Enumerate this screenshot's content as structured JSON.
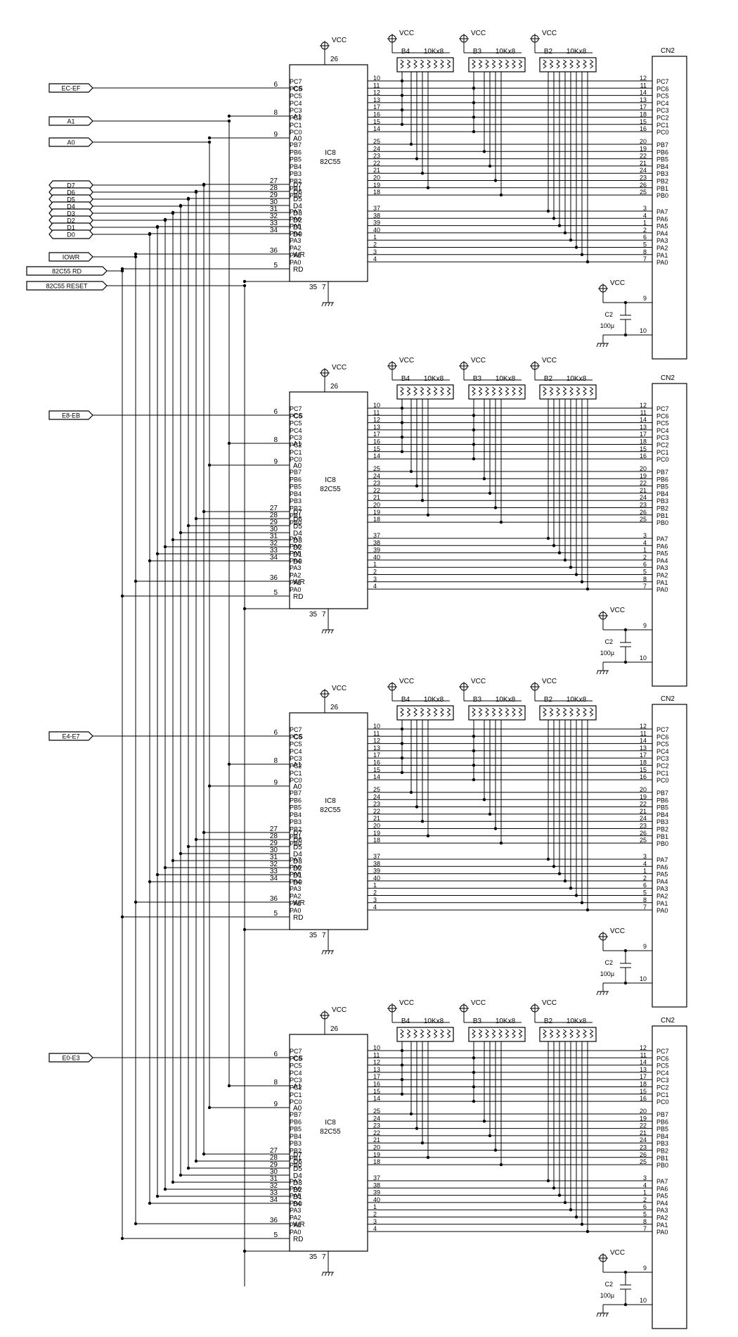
{
  "supply": "VCC",
  "bus_signals": [
    {
      "key": "a1",
      "label": "A1"
    },
    {
      "key": "a0",
      "label": "A0"
    },
    {
      "key": "d7",
      "label": "D7"
    },
    {
      "key": "d6",
      "label": "D6"
    },
    {
      "key": "d5",
      "label": "D5"
    },
    {
      "key": "d4",
      "label": "D4"
    },
    {
      "key": "d3",
      "label": "D3"
    },
    {
      "key": "d2",
      "label": "D2"
    },
    {
      "key": "d1",
      "label": "D1"
    },
    {
      "key": "d0",
      "label": "D0"
    },
    {
      "key": "wr",
      "label": "IOWR"
    },
    {
      "key": "rd",
      "label": "82C55 RD"
    },
    {
      "key": "reset",
      "label": "82C55 RESET"
    }
  ],
  "ic": {
    "name": "IC8",
    "part": "82C55",
    "vcc_pin": "26",
    "gnd_pins": [
      "35",
      "7"
    ],
    "left_pins": [
      {
        "key": "cs",
        "label": "CS",
        "pin": "6"
      },
      {
        "key": "a1",
        "label": "A1",
        "pin": "8"
      },
      {
        "key": "a0",
        "label": "A0",
        "pin": "9"
      },
      {
        "key": "d7",
        "label": "D7",
        "pin": "27"
      },
      {
        "key": "d6",
        "label": "D6",
        "pin": "28"
      },
      {
        "key": "d5",
        "label": "D5",
        "pin": "29"
      },
      {
        "key": "d4",
        "label": "D4",
        "pin": "30"
      },
      {
        "key": "d3",
        "label": "D3",
        "pin": "31"
      },
      {
        "key": "d2",
        "label": "D2",
        "pin": "32"
      },
      {
        "key": "d1",
        "label": "D1",
        "pin": "33"
      },
      {
        "key": "d0",
        "label": "D0",
        "pin": "34"
      },
      {
        "key": "wr",
        "label": "WR",
        "pin": "36"
      },
      {
        "key": "rd",
        "label": "RD",
        "pin": "5"
      }
    ],
    "port_groups": [
      {
        "name": "C",
        "pins": [
          {
            "label": "PC7",
            "ic_pin": "10",
            "cn_pin": "12"
          },
          {
            "label": "PC6",
            "ic_pin": "11",
            "cn_pin": "11"
          },
          {
            "label": "PC5",
            "ic_pin": "12",
            "cn_pin": "14"
          },
          {
            "label": "PC4",
            "ic_pin": "13",
            "cn_pin": "13"
          },
          {
            "label": "PC3",
            "ic_pin": "17",
            "cn_pin": "17"
          },
          {
            "label": "PC2",
            "ic_pin": "16",
            "cn_pin": "18"
          },
          {
            "label": "PC1",
            "ic_pin": "15",
            "cn_pin": "15"
          },
          {
            "label": "PC0",
            "ic_pin": "14",
            "cn_pin": "16"
          }
        ]
      },
      {
        "name": "B",
        "pins": [
          {
            "label": "PB7",
            "ic_pin": "25",
            "cn_pin": "20"
          },
          {
            "label": "PB6",
            "ic_pin": "24",
            "cn_pin": "19"
          },
          {
            "label": "PB5",
            "ic_pin": "23",
            "cn_pin": "22"
          },
          {
            "label": "PB4",
            "ic_pin": "22",
            "cn_pin": "21"
          },
          {
            "label": "PB3",
            "ic_pin": "21",
            "cn_pin": "24"
          },
          {
            "label": "PB2",
            "ic_pin": "20",
            "cn_pin": "23"
          },
          {
            "label": "PB1",
            "ic_pin": "19",
            "cn_pin": "26"
          },
          {
            "label": "PB0",
            "ic_pin": "18",
            "cn_pin": "25"
          }
        ]
      },
      {
        "name": "A",
        "pins": [
          {
            "label": "PA7",
            "ic_pin": "37",
            "cn_pin": "3"
          },
          {
            "label": "PA6",
            "ic_pin": "38",
            "cn_pin": "4"
          },
          {
            "label": "PA5",
            "ic_pin": "39",
            "cn_pin": "1"
          },
          {
            "label": "PA4",
            "ic_pin": "40",
            "cn_pin": "2"
          },
          {
            "label": "PA3",
            "ic_pin": "1",
            "cn_pin": "6"
          },
          {
            "label": "PA2",
            "ic_pin": "2",
            "cn_pin": "5"
          },
          {
            "label": "PA1",
            "ic_pin": "3",
            "cn_pin": "8"
          },
          {
            "label": "PA0",
            "ic_pin": "4",
            "cn_pin": "7"
          }
        ]
      }
    ]
  },
  "resistor_arrays": [
    {
      "name": "B4",
      "value": "10Kx8"
    },
    {
      "name": "B3",
      "value": "10Kx8"
    },
    {
      "name": "B2",
      "value": "10Kx8"
    }
  ],
  "connector": {
    "name": "CN2",
    "vcc_pin": "9",
    "gnd_pin": "10"
  },
  "capacitor": {
    "name": "C2",
    "value": "100μ"
  },
  "blocks": [
    {
      "cs_label": "EC-EF"
    },
    {
      "cs_label": "E8-EB"
    },
    {
      "cs_label": "E4-E7"
    },
    {
      "cs_label": "E0-E3"
    }
  ]
}
